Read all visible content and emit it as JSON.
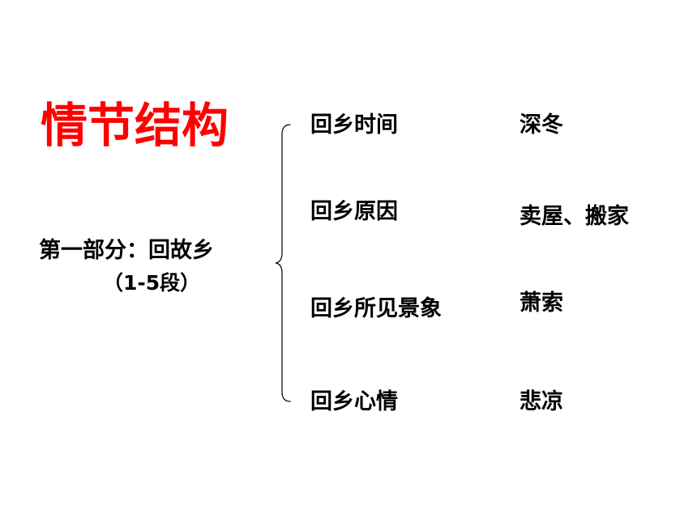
{
  "slide": {
    "title": "情节结构",
    "title_color": "#ff0000",
    "section": {
      "title": "第一部分：回故乡",
      "range": "（1-5段）"
    },
    "items": [
      {
        "aspect": "回乡时间",
        "detail": "深冬"
      },
      {
        "aspect": "回乡原因",
        "detail": "卖屋、搬家"
      },
      {
        "aspect": "回乡所见景象",
        "detail": "萧索"
      },
      {
        "aspect": "回乡心情",
        "detail": "悲凉"
      }
    ]
  }
}
